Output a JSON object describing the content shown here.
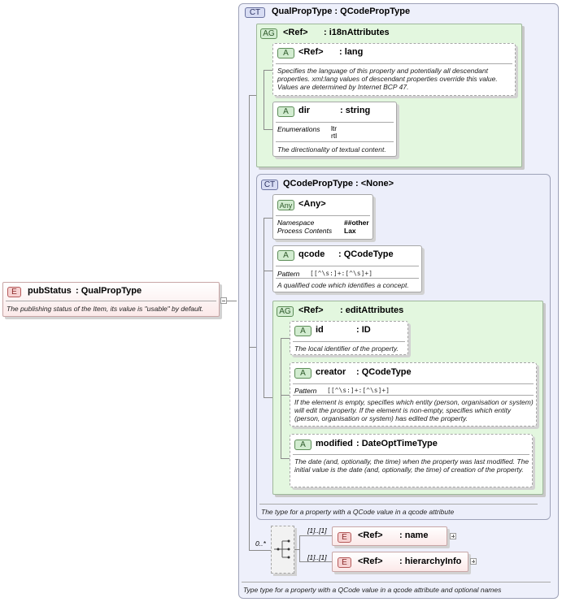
{
  "root": {
    "badge": "E",
    "name": "pubStatus",
    "type": ": QualPropType",
    "doc": "The publishing status of the Item, its value is \"usable\" by default."
  },
  "qualproptype": {
    "badge": "CT",
    "title": "QualPropType : QCodePropType",
    "doc": "Type type for a property with a  QCode value in a qcode attribute and optional names"
  },
  "i18n": {
    "badge": "AG",
    "ref": "<Ref>",
    "name": ": i18nAttributes",
    "lang": {
      "badge": "A",
      "ref": "<Ref>",
      "name": ": lang",
      "doc": "Specifies the language of this property and potentially all descendant properties. xml:lang values of descendant properties override this value. Values are determined by Internet BCP 47."
    },
    "dir": {
      "badge": "A",
      "name": "dir",
      "type": ": string",
      "enum_label": "Enumerations",
      "enum_values": [
        "ltr",
        "rtl"
      ],
      "doc": "The directionality of textual content."
    }
  },
  "qcodeproptype": {
    "badge": "CT",
    "title": "QCodePropType : <None>",
    "doc": "The type for a property with a QCode value in a qcode attribute",
    "any": {
      "badge": "Any",
      "name": "<Any>",
      "ns_label": "Namespace",
      "ns_value": "##other",
      "pc_label": "Process Contents",
      "pc_value": "Lax"
    },
    "qcode": {
      "badge": "A",
      "name": "qcode",
      "type": ": QCodeType",
      "pattern_label": "Pattern",
      "pattern_value": "[[^\\s:]+:[^\\s]+]",
      "doc": "A qualified code which identifies a concept."
    },
    "edit": {
      "badge": "AG",
      "ref": "<Ref>",
      "name": ": editAttributes",
      "id": {
        "badge": "A",
        "name": "id",
        "type": ": ID",
        "doc": "The local identifier of the property."
      },
      "creator": {
        "badge": "A",
        "name": "creator",
        "type": ": QCodeType",
        "pattern_label": "Pattern",
        "pattern_value": "[[^\\s:]+:[^\\s]+]",
        "doc": "If the element is empty, specifies which entity (person, organisation or system) will edit the property. If the element is non-empty, specifies which entity (person, organisation or system) has edited the property."
      },
      "modified": {
        "badge": "A",
        "name": "modified",
        "type": ": DateOptTimeType",
        "doc": "The date (and, optionally, the time) when the property was last modified. The initial value is the date (and, optionally, the time) of creation of the property."
      }
    }
  },
  "sequence": {
    "cardinality": "0..*",
    "name_el": {
      "cardinality": "[1]..[1]",
      "badge": "E",
      "ref": "<Ref>",
      "name": ": name"
    },
    "hier_el": {
      "cardinality": "[1]..[1]",
      "badge": "E",
      "ref": "<Ref>",
      "name": ": hierarchyInfo"
    }
  }
}
